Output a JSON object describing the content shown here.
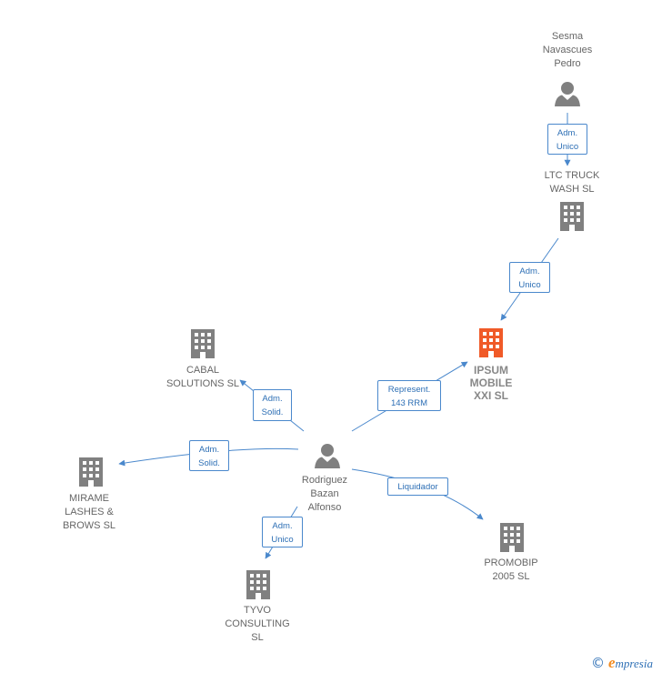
{
  "nodes": {
    "sesma": {
      "label": "Sesma\nNavascues\nPedro",
      "kind": "person"
    },
    "ltc": {
      "label": "LTC TRUCK\nWASH  SL",
      "kind": "company"
    },
    "ipsum": {
      "label": "IPSUM\nMOBILE\nXXI  SL",
      "kind": "company",
      "focus": true
    },
    "cabal": {
      "label": "CABAL\nSOLUTIONS SL",
      "kind": "company"
    },
    "rodriguez": {
      "label": "Rodriguez\nBazan\nAlfonso",
      "kind": "person"
    },
    "mirame": {
      "label": "MIRAME\nLASHES &\nBROWS  SL",
      "kind": "company"
    },
    "promobip": {
      "label": "PROMOBIP\n2005 SL",
      "kind": "company"
    },
    "tyvo": {
      "label": "TYVO\nCONSULTING\nSL",
      "kind": "company"
    }
  },
  "edges": {
    "sesma_ltc": {
      "label": "Adm.\nUnico"
    },
    "ltc_ipsum": {
      "label": "Adm.\nUnico"
    },
    "rod_ipsum": {
      "label": "Represent.\n143 RRM"
    },
    "rod_cabal": {
      "label": "Adm.\nSolid."
    },
    "rod_mirame": {
      "label": "Adm.\nSolid."
    },
    "rod_promobip": {
      "label": "Liquidador"
    },
    "rod_tyvo": {
      "label": "Adm.\nUnico"
    }
  },
  "colors": {
    "edge": "#4a88cc",
    "edge_text": "#2d6fb5",
    "icon": "#808080",
    "icon_focus": "#f05a28"
  },
  "footer": {
    "copyright": "©",
    "brand_initial": "e",
    "brand_rest": "mpresia"
  }
}
